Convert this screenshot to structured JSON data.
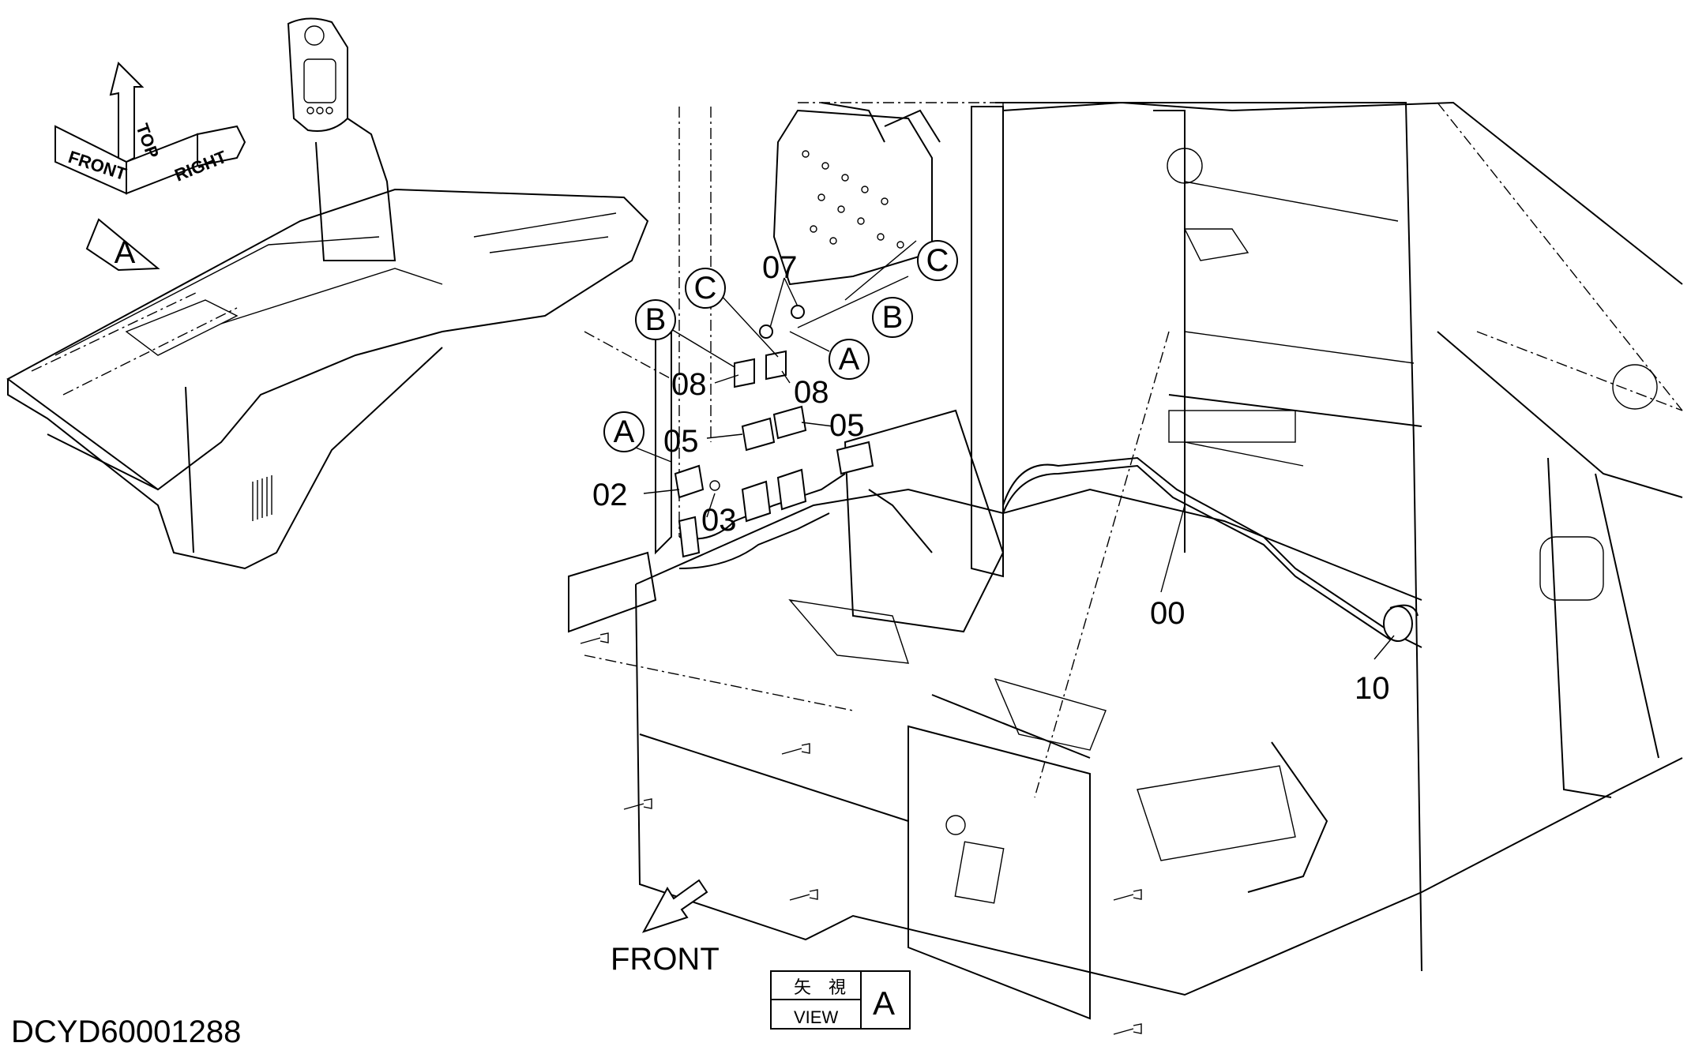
{
  "direction_indicator": {
    "front": "FRONT",
    "top": "TOP",
    "right": "RIGHT"
  },
  "view_arrow_label": "A",
  "callouts": {
    "A": "A",
    "B": "B",
    "C": "C"
  },
  "part_numbers": {
    "p00": "00",
    "p02": "02",
    "p03": "03",
    "p05": "05",
    "p07": "07",
    "p08": "08",
    "p10": "10"
  },
  "front_label": "FRONT",
  "view_box": {
    "jp": "矢　視",
    "en": "VIEW",
    "letter": "A"
  },
  "drawing_id": "DCYD60001288"
}
